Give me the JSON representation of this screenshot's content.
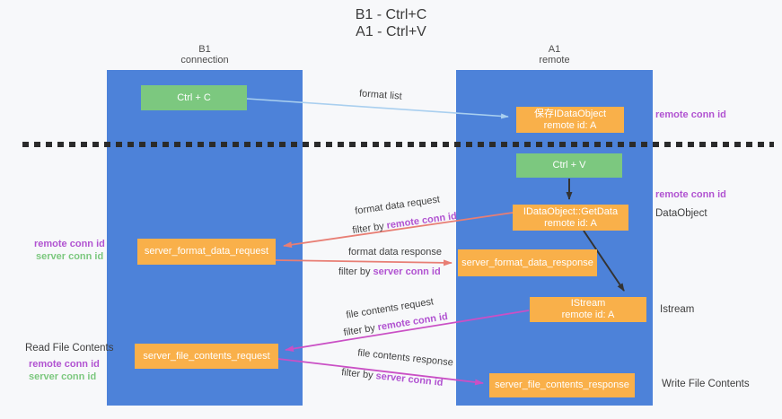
{
  "title": {
    "line1": "B1 - Ctrl+C",
    "line2": "A1 - Ctrl+V"
  },
  "lanes": {
    "left": {
      "title": "B1",
      "subtitle": "connection"
    },
    "right": {
      "title": "A1",
      "subtitle": "remote"
    }
  },
  "nodes": {
    "ctrl_c": {
      "label": "Ctrl + C"
    },
    "save_dataobject": {
      "line1": "保存IDataObject",
      "line2": "remote id: A"
    },
    "ctrl_v": {
      "label": "Ctrl + V"
    },
    "getdata": {
      "line1": "IDataObject::GetData",
      "line2": "remote id: A"
    },
    "format_request": {
      "label": "server_format_data_request"
    },
    "format_response": {
      "label": "server_format_data_response"
    },
    "istream": {
      "line1": "IStream",
      "line2": "remote id: A"
    },
    "file_request": {
      "label": "server_file_contents_request"
    },
    "file_response": {
      "label": "server_file_contents_response"
    }
  },
  "edge_labels": {
    "format_list": "format list",
    "format_data_request": "format data request",
    "format_data_response": "format data response",
    "file_contents_request": "file contents request",
    "file_contents_response": "file contents response",
    "filter_by": "filter by ",
    "remote_conn_id": "remote conn id",
    "server_conn_id": "server conn id"
  },
  "side_labels": {
    "left_remote_conn_id": "remote conn id",
    "left_server_conn_id": "server conn id",
    "read_file_contents": "Read File Contents",
    "right_remote_conn_id_top": "remote conn id",
    "right_remote_conn_id_mid": "remote conn id",
    "dataobject": "DataObject",
    "istream": "Istream",
    "write_file_contents": "Write File Contents"
  },
  "colors": {
    "lane_blue": "#4d82d9",
    "node_orange": "#f9b04a",
    "node_green": "#7cc87f",
    "arrow_blue": "#a9cfef",
    "arrow_black": "#333333",
    "arrow_salmon": "#e87e74",
    "arrow_magenta": "#ca50c5",
    "purple_label": "#b153d1",
    "green_label": "#7cc87f"
  }
}
